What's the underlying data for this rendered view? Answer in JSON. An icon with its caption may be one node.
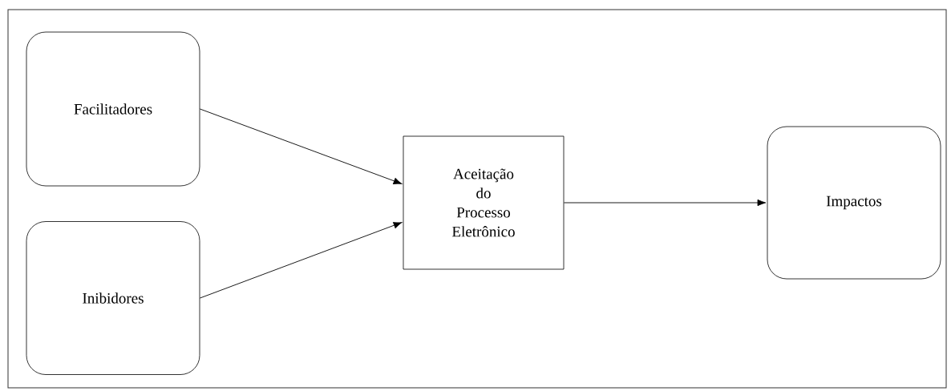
{
  "diagram": {
    "nodes": [
      {
        "text": [
          "Facilitadores"
        ]
      },
      {
        "text": [
          "Inibidores"
        ]
      },
      {
        "text": [
          "Aceitação do Processo Eletrônico"
        ]
      },
      {
        "text": [
          "Impactos"
        ]
      }
    ],
    "edges": [
      {
        "from": 0,
        "to": 2,
        "arrow": "to"
      },
      {
        "from": 1,
        "to": 2,
        "arrow": "to"
      },
      {
        "from": 2,
        "to": 3,
        "arrow": "to"
      }
    ]
  }
}
